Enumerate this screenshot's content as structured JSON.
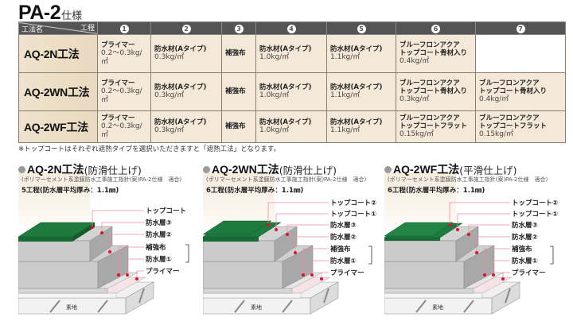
{
  "title": {
    "main": "PA-2",
    "suffix": "仕様"
  },
  "table": {
    "corner": {
      "top_right": "工程",
      "bottom_left": "工法名"
    },
    "steps": [
      "1",
      "2",
      "3",
      "4",
      "5",
      "6",
      "7"
    ],
    "rows": [
      {
        "name": "AQ-2N工法",
        "cells": [
          {
            "material": "プライマー",
            "qty": "0.2〜0.3kg/㎡"
          },
          {
            "material": "防水材(Aタイプ)",
            "qty": "0.3kg/㎡"
          },
          {
            "material": "補強布",
            "qty": ""
          },
          {
            "material": "防水材(Aタイプ)",
            "qty": "1.0kg/㎡"
          },
          {
            "material": "防水材(Aタイプ)",
            "qty": "1.1kg/㎡"
          },
          {
            "material": "ブルーフロンアクア\nトップコート骨材入り",
            "material_l1": "ブルーフロンアクア",
            "material_l2": "トップコート骨材入り",
            "qty": "0.4kg/㎡"
          }
        ]
      },
      {
        "name": "AQ-2WN工法",
        "cells": [
          {
            "material": "プライマー",
            "qty": "0.2〜0.3kg/㎡"
          },
          {
            "material": "防水材(Aタイプ)",
            "qty": "0.3kg/㎡"
          },
          {
            "material": "補強布",
            "qty": ""
          },
          {
            "material": "防水材(Aタイプ)",
            "qty": "1.0kg/㎡"
          },
          {
            "material": "防水材(Aタイプ)",
            "qty": "1.1kg/㎡"
          },
          {
            "material_l1": "ブルーフロンアクア",
            "material_l2": "トップコート骨材入り",
            "qty": "0.3kg/㎡"
          },
          {
            "material_l1": "ブルーフロンアクア",
            "material_l2": "トップコート骨材入り",
            "qty": "0.4kg/㎡"
          }
        ]
      },
      {
        "name": "AQ-2WF工法",
        "cells": [
          {
            "material": "プライマー",
            "qty": "0.2〜0.3kg/㎡"
          },
          {
            "material": "防水材(Aタイプ)",
            "qty": "0.3kg/㎡"
          },
          {
            "material": "補強布",
            "qty": ""
          },
          {
            "material": "防水材(Aタイプ)",
            "qty": "1.0kg/㎡"
          },
          {
            "material": "防水材(Aタイプ)",
            "qty": "1.1kg/㎡"
          },
          {
            "material_l1": "ブルーフロンアクア",
            "material_l2": "トップコートフラット",
            "qty": "0.15kg/㎡"
          },
          {
            "material_l1": "ブルーフロンアクア",
            "material_l2": "トップコートフラット",
            "qty": "0.15kg/㎡"
          }
        ]
      }
    ]
  },
  "note": "※トップコートはそれぞれ遮熱タイプを選択いただきますと「遮熱工法」となります。",
  "diagrams": [
    {
      "name": "AQ-2N工法",
      "finish": "(防滑仕上げ)",
      "subtitle": "(ポリマーセメント系塗膜防水工事施工指針(案)PA-2仕様　適合)",
      "steps": "5工程(防水層平均厚み：1.1㎜)",
      "labels": [
        "トップコート",
        "防水層③",
        "防水層②",
        "補強布",
        "防水層①",
        "プライマー"
      ],
      "substrate": "素地"
    },
    {
      "name": "AQ-2WN工法",
      "finish": "(防滑仕上げ)",
      "subtitle": "(ポリマーセメント系塗膜防水工事施工指針(案)PA-2仕様　適合)",
      "steps": "6工程(防水層平均厚み：1.1㎜)",
      "labels": [
        "トップコート②",
        "トップコート①",
        "防水層③",
        "防水層②",
        "補強布",
        "防水層①",
        "プライマー"
      ],
      "substrate": "素地"
    },
    {
      "name": "AQ-2WF工法",
      "finish": "(平滑仕上げ)",
      "subtitle": "(ポリマーセメント系塗膜防水工事施工指針(案)PA-2仕様　適合)",
      "steps": "6工程(防水層平均厚み：1.1㎜)",
      "labels": [
        "トップコート②",
        "トップコート①",
        "防水層③",
        "防水層②",
        "補強布",
        "防水層①",
        "プライマー"
      ],
      "substrate": "素地"
    }
  ],
  "colors": {
    "header_bg": "#545454",
    "cell_bg": "#f4e9d8",
    "name_bg": "#ebdcc4",
    "topcoat_green": "#1f7a3f",
    "layer_gray": "#c4c4c4",
    "leader_pink": "#f08ca0",
    "marker_red": "#e0102a"
  }
}
